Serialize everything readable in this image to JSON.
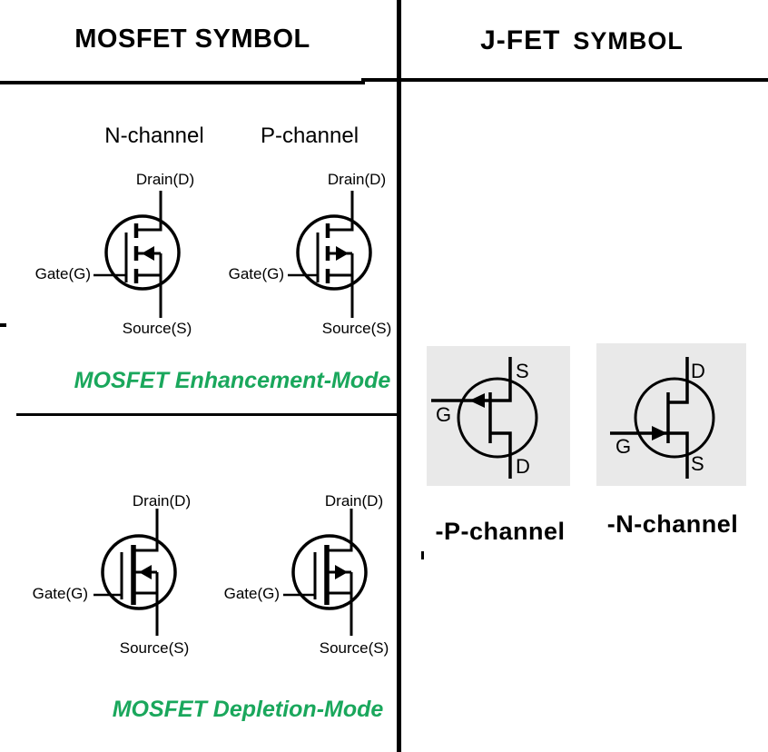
{
  "titles": {
    "mosfet": "MOSFET SYMBOL",
    "jfet_1": "J-FET",
    "jfet_2": "SYMBOL"
  },
  "mosfet": {
    "col_n": "N-channel",
    "col_p": "P-channel",
    "drain": "Drain(D)",
    "gate": "Gate(G)",
    "source": "Source(S)",
    "enhancement_caption": "MOSFET Enhancement-Mode",
    "depletion_caption": "MOSFET Depletion-Mode"
  },
  "jfet": {
    "p": {
      "top": "S",
      "bottom": "D",
      "gate": "G",
      "caption": "-P-channel"
    },
    "n": {
      "top": "D",
      "bottom": "S",
      "gate": "G",
      "caption": "-N-channel"
    }
  },
  "colors": {
    "ink": "#000000",
    "caption_green": "#1aa75c",
    "jfet_box_gray": "#e9e9e9",
    "background": "#ffffff"
  }
}
